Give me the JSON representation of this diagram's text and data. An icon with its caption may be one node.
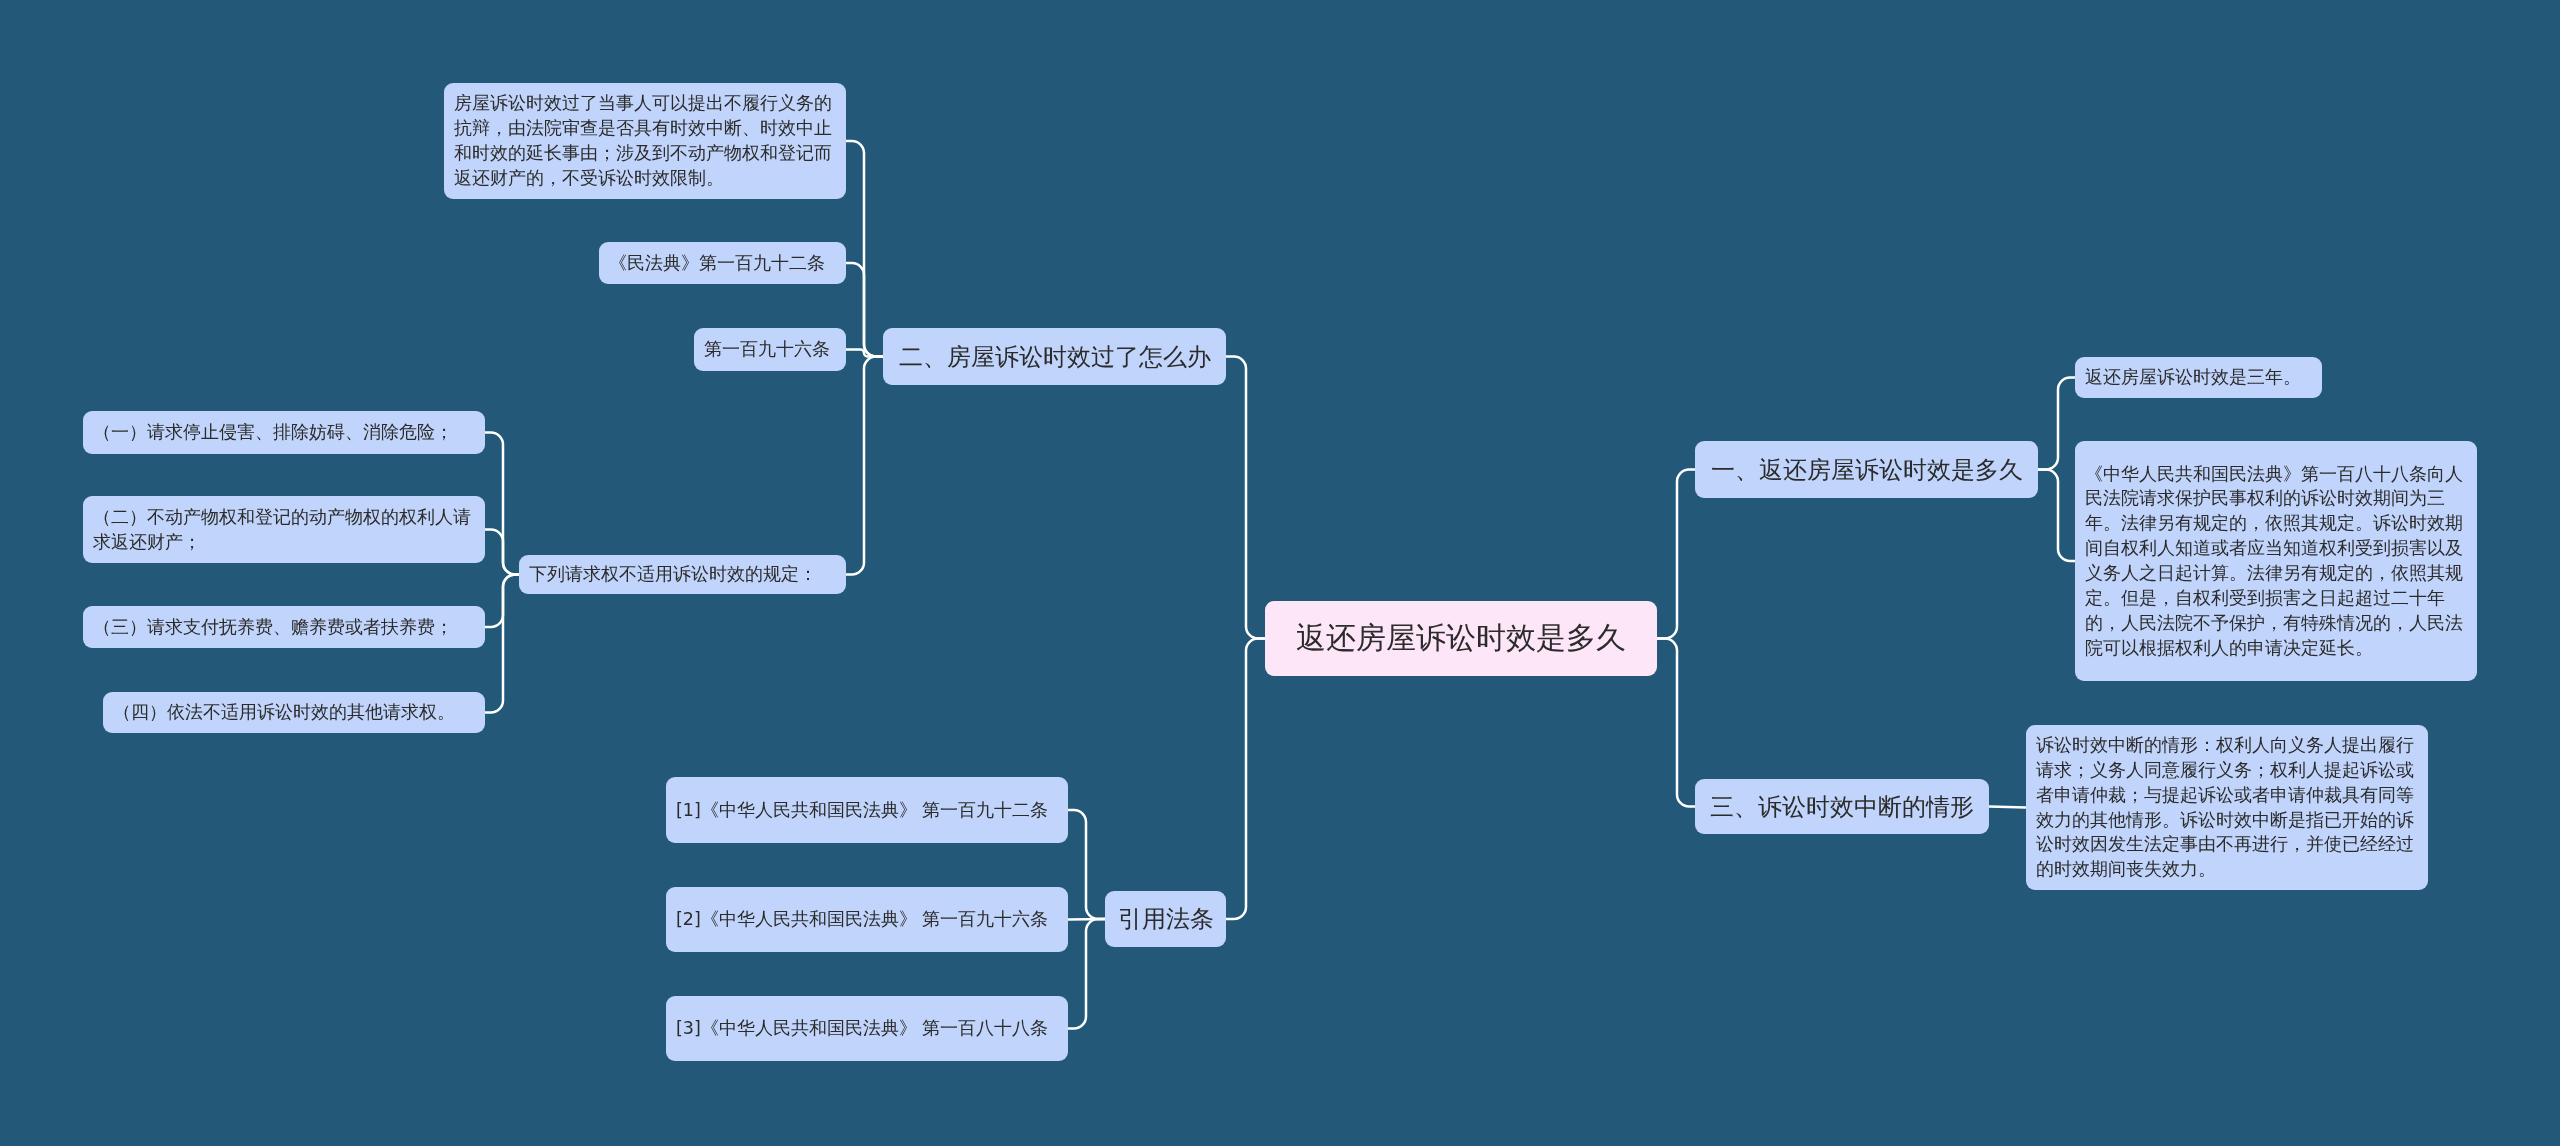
{
  "diagram": {
    "nodes": [
      {
        "text": [
          "返还房屋诉讼时效是多久"
        ]
      },
      {
        "text": [
          "一、返还房屋诉讼时效是多久"
        ]
      },
      {
        "text": [
          "返还房屋诉讼时效是三年。"
        ]
      },
      {
        "text": [
          "《中华人民共和国民法典》第一百八十八条向人民法院请求保护民事权利的诉讼时效期间为三年。法律另有规定的，依照其规定。诉讼时效期间自权利人知道或者应当知道权利受到损害以及义务人之日起计算。法律另有规定的，依照其规定。但是，自权利受到损害之日起超过二十年的，人民法院不予保护，有特殊情况的，人民法院可以根据权利人的申请决定延长。"
        ]
      },
      {
        "text": [
          "三、诉讼时效中断的情形"
        ]
      },
      {
        "text": [
          "诉讼时效中断的情形：权利人向义务人提出履行请求；义务人同意履行义务；权利人提起诉讼或者申请仲裁；与提起诉讼或者申请仲裁具有同等效力的其他情形。诉讼时效中断是指已开始的诉讼时效因发生法定事由不再进行，并使已经经过的时效期间丧失效力。"
        ]
      },
      {
        "text": [
          "二、房屋诉讼时效过了怎么办"
        ]
      },
      {
        "text": [
          "房屋诉讼时效过了当事人可以提出不履行义务的抗辩，由法院审查是否具有时效中断、时效中止和时效的延长事由；涉及到不动产物权和登记而返还财产的，不受诉讼时效限制。"
        ]
      },
      {
        "text": [
          "《民法典》第一百九十二条"
        ]
      },
      {
        "text": [
          "第一百九十六条"
        ]
      },
      {
        "text": [
          "下列请求权不适用诉讼时效的规定："
        ]
      },
      {
        "text": [
          "（一）请求停止侵害、排除妨碍、消除危险；"
        ]
      },
      {
        "text": [
          "（二）不动产物权和登记的动产物权的权利人请求返还财产；"
        ]
      },
      {
        "text": [
          "（三）请求支付抚养费、赡养费或者扶养费；"
        ]
      },
      {
        "text": [
          "（四）依法不适用诉讼时效的其他请求权。"
        ]
      },
      {
        "text": [
          "引用法条"
        ]
      },
      {
        "text": [
          "[1]《中华人民共和国民法典》 第一百九十二条"
        ]
      },
      {
        "text": [
          "[2]《中华人民共和国民法典》 第一百九十六条"
        ]
      },
      {
        "text": [
          "[3]《中华人民共和国民法典》 第一百八十八条"
        ]
      }
    ],
    "edges": [
      {
        "from": 0,
        "to": 1,
        "arrow": "none"
      },
      {
        "from": 1,
        "to": 2,
        "arrow": "none"
      },
      {
        "from": 1,
        "to": 3,
        "arrow": "none"
      },
      {
        "from": 0,
        "to": 4,
        "arrow": "none"
      },
      {
        "from": 4,
        "to": 5,
        "arrow": "none"
      },
      {
        "from": 0,
        "to": 6,
        "arrow": "none"
      },
      {
        "from": 6,
        "to": 7,
        "arrow": "none"
      },
      {
        "from": 6,
        "to": 8,
        "arrow": "none"
      },
      {
        "from": 6,
        "to": 9,
        "arrow": "none"
      },
      {
        "from": 6,
        "to": 10,
        "arrow": "none"
      },
      {
        "from": 10,
        "to": 11,
        "arrow": "none"
      },
      {
        "from": 10,
        "to": 12,
        "arrow": "none"
      },
      {
        "from": 10,
        "to": 13,
        "arrow": "none"
      },
      {
        "from": 10,
        "to": 14,
        "arrow": "none"
      },
      {
        "from": 0,
        "to": 15,
        "arrow": "none"
      },
      {
        "from": 15,
        "to": 16,
        "arrow": "none"
      },
      {
        "from": 15,
        "to": 17,
        "arrow": "none"
      },
      {
        "from": 15,
        "to": 18,
        "arrow": "none"
      }
    ]
  }
}
